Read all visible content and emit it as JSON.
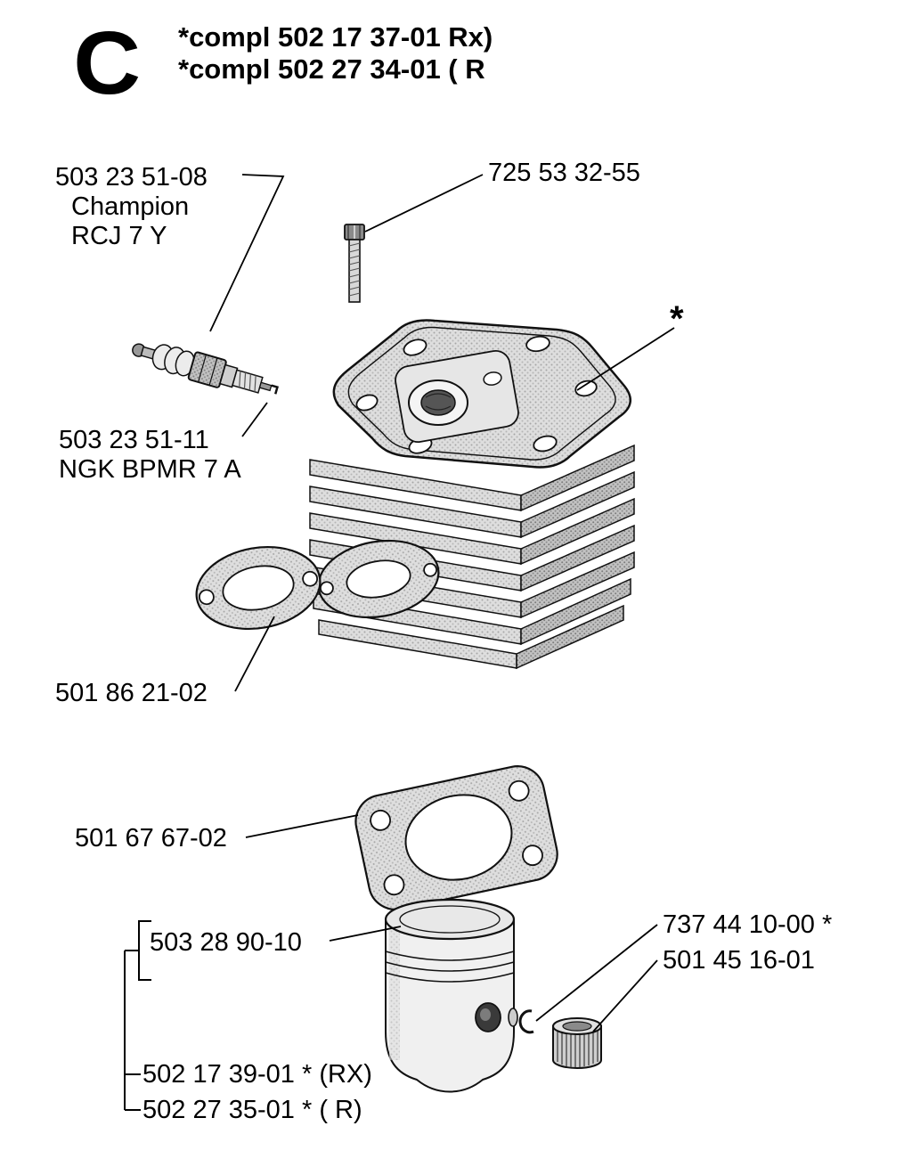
{
  "header": {
    "section_letter": "C",
    "compl_line1": "*compl 502 17 37-01 Rx)",
    "compl_line2": "*compl 502 27 34-01 ( R"
  },
  "labels": {
    "spark_plug_champion": {
      "part_no": "503 23 51-08",
      "brand": "Champion",
      "model": "RCJ 7 Y"
    },
    "cylinder_bolt": {
      "part_no": "725 53 32-55"
    },
    "cylinder_assembly": {
      "marker": "*"
    },
    "spark_plug_ngk": {
      "part_no": "503 23 51-11",
      "brand_model": "NGK BPMR 7 A"
    },
    "exhaust_gasket": {
      "part_no": "501 86 21-02"
    },
    "cylinder_base_gasket": {
      "part_no": "501 67 67-02"
    },
    "piston_assembly": {
      "part_no": "503 28 90-10"
    },
    "circlip": {
      "part_no": "737 44 10-00 *"
    },
    "needle_bearing": {
      "part_no": "501 45 16-01"
    },
    "piston_rx": {
      "part_no": "502 17 39-01 * (RX)"
    },
    "piston_r": {
      "part_no": "502 27 35-01 * ( R)"
    }
  }
}
